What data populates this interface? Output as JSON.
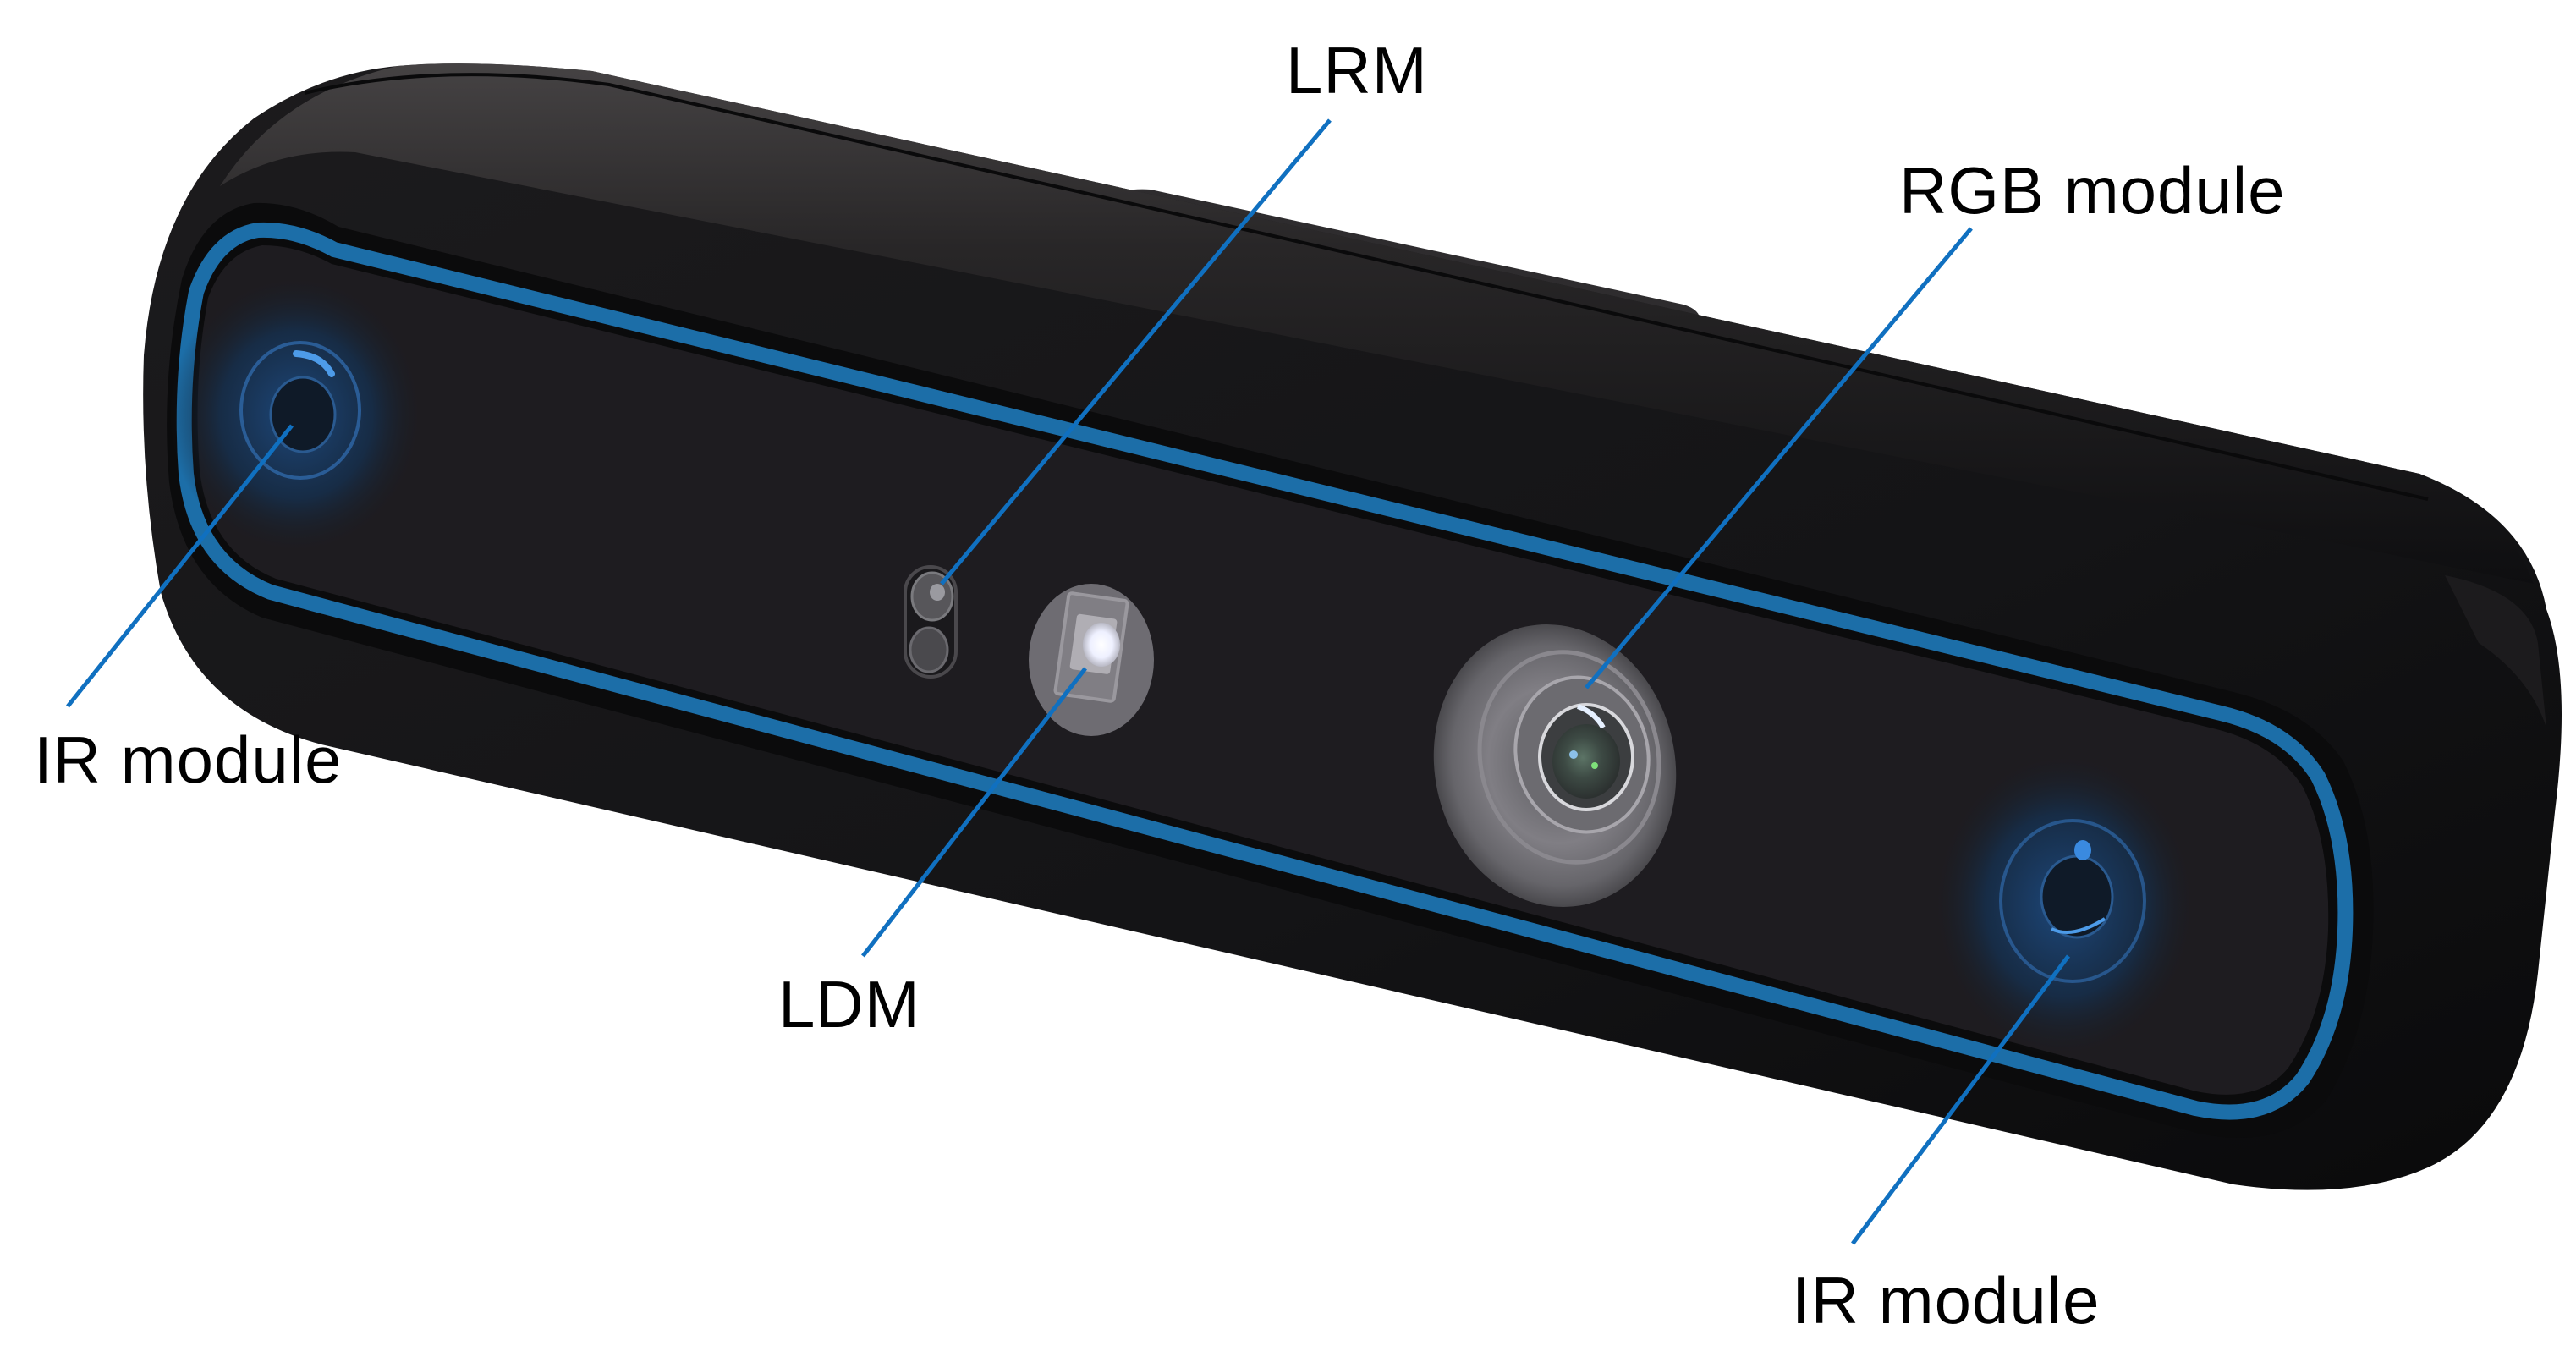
{
  "figure": {
    "subject": "depth camera front view",
    "colors": {
      "background": "#ffffff",
      "body": "#16161a",
      "body_highlight": "#3a3839",
      "face_panel": "#1e1c20",
      "accent_ring": "#1c6ea8",
      "leader_line": "#1070c0",
      "label_text": "#000000"
    }
  },
  "labels": {
    "lrm": "LRM",
    "rgb": "RGB module",
    "ir_left": "IR module",
    "ldm": "LDM",
    "ir_right": "IR module"
  },
  "callouts": [
    {
      "id": "lrm",
      "text": "LRM",
      "target": "lrm-sensor"
    },
    {
      "id": "rgb",
      "text": "RGB module",
      "target": "rgb-lens"
    },
    {
      "id": "ir_left",
      "text": "IR module",
      "target": "ir-lens-left"
    },
    {
      "id": "ldm",
      "text": "LDM",
      "target": "ldm-emitter"
    },
    {
      "id": "ir_right",
      "text": "IR module",
      "target": "ir-lens-right"
    }
  ]
}
